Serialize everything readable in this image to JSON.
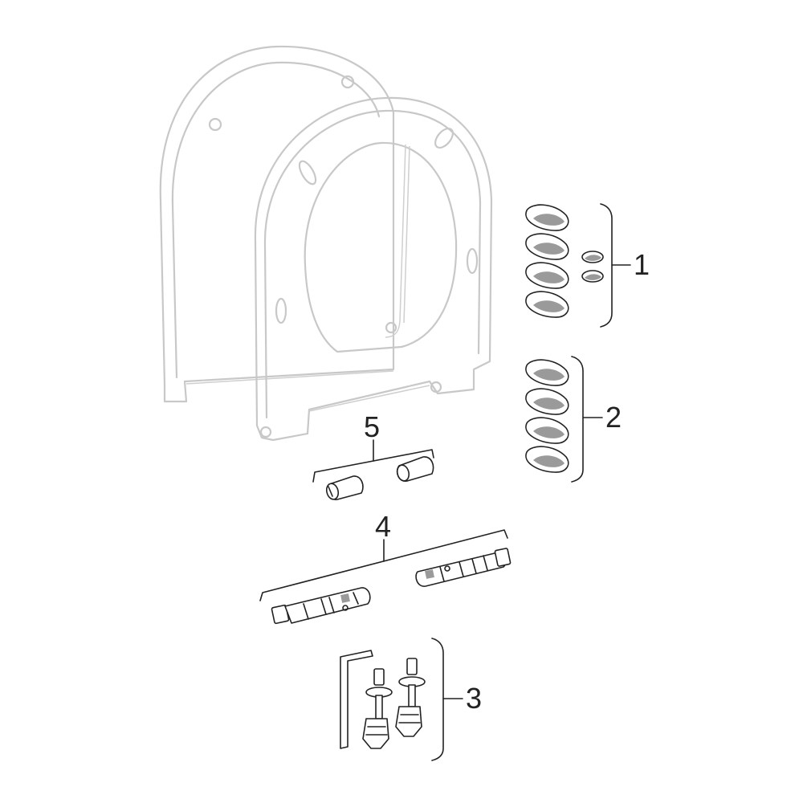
{
  "callouts": {
    "c1": "1",
    "c2": "2",
    "c3": "3",
    "c4": "4",
    "c5": "5"
  },
  "colors": {
    "ink": "#222222",
    "ghost": "#c8c8c8",
    "shade": "#9a9a9a"
  }
}
